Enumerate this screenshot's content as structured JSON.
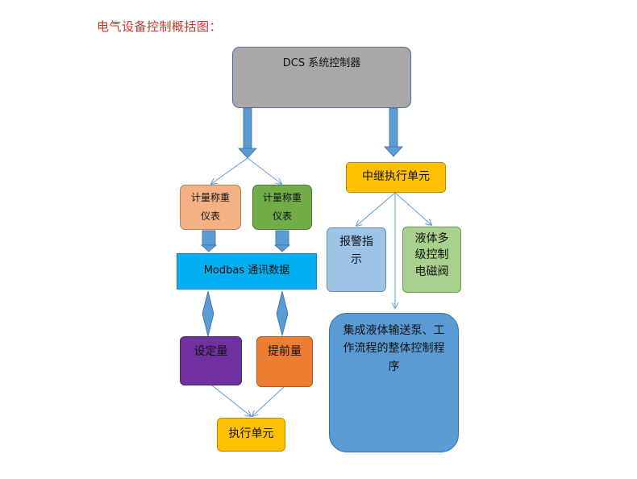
{
  "title": "电气设备控制概括图：",
  "nodes": {
    "dcs": "DCS 系统控制器",
    "meter1": "计量称重\n仪表",
    "meter2": "计量称重\n仪表",
    "modbas": "Modbas 通讯数据",
    "setpoint": "设定量",
    "advance": "提前量",
    "exec": "执行单元",
    "relay": "中继执行单元",
    "alarm": "报警指\n示",
    "valve": "液体多\n级控制\n电磁阀",
    "program": "集成液体输送泵、工\n作流程的整体控制程\n序"
  },
  "colors": {
    "dcs": "#a9a7a7",
    "meter1": "#f4b183",
    "meter2": "#70ad47",
    "modbas": "#00b0f0",
    "setpoint": "#7030a0",
    "advance": "#ed7d31",
    "exec": "#ffc000",
    "relay": "#ffc000",
    "alarm": "#9dc3e6",
    "valve": "#a9d18e",
    "program": "#5b9bd5",
    "title": "#c0392b",
    "arrow": "#5b9bd5"
  }
}
